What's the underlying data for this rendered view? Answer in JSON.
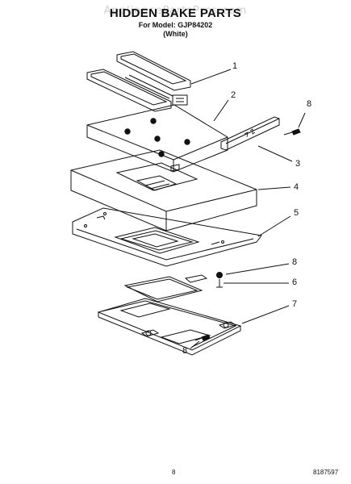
{
  "header": {
    "watermark": "AppliancePartsPros.com",
    "title": "HIDDEN BAKE PARTS",
    "model_line": "For Model: GJP84202",
    "color_line": "(White)"
  },
  "callouts": {
    "c1": "1",
    "c2": "2",
    "c3": "3",
    "c4": "4",
    "c5": "5",
    "c6": "6",
    "c7": "7",
    "c8a": "8",
    "c8b": "8",
    "c8c": "8"
  },
  "footer": {
    "page_number": "8",
    "doc_number": "8187597"
  }
}
